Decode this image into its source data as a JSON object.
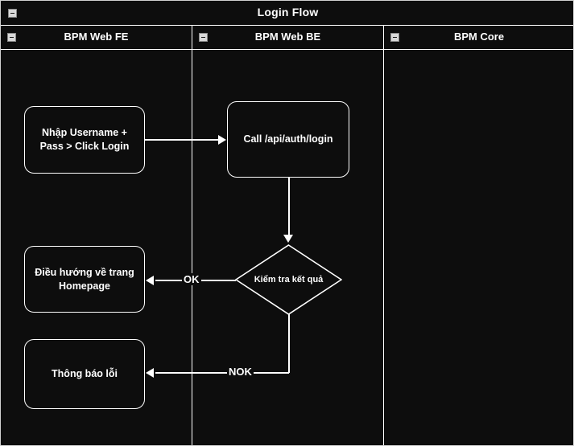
{
  "title_bar": {
    "title": "Login Flow",
    "collapse_icon": "collapse-minus-icon"
  },
  "lanes": [
    {
      "id": "fe",
      "label": "BPM Web FE",
      "collapse_icon": "collapse-minus-icon"
    },
    {
      "id": "be",
      "label": "BPM Web BE",
      "collapse_icon": "collapse-minus-icon"
    },
    {
      "id": "core",
      "label": "BPM Core",
      "collapse_icon": "collapse-minus-icon"
    }
  ],
  "nodes": [
    {
      "id": "n1",
      "lane": "fe",
      "type": "process",
      "label": "Nhập Username +\nPass > Click Login"
    },
    {
      "id": "n2",
      "lane": "be",
      "type": "process",
      "label": "Call /api/auth/login"
    },
    {
      "id": "n3",
      "lane": "be",
      "type": "decision",
      "label": "Kiểm tra kết quả"
    },
    {
      "id": "n4",
      "lane": "fe",
      "type": "process",
      "label": "Điều hướng về trang\nHomepage"
    },
    {
      "id": "n5",
      "lane": "fe",
      "type": "process",
      "label": "Thông báo lỗi"
    }
  ],
  "edges": [
    {
      "id": "e1",
      "from": "n1",
      "to": "n2",
      "label": ""
    },
    {
      "id": "e2",
      "from": "n2",
      "to": "n3",
      "label": ""
    },
    {
      "id": "e3",
      "from": "n3",
      "to": "n4",
      "label": "OK"
    },
    {
      "id": "e4",
      "from": "n3",
      "to": "n5",
      "label": "NOK"
    }
  ],
  "colors": {
    "background": "#0d0d0d",
    "stroke": "#ffffff",
    "text": "#ffffff",
    "collapse_box": "#d9d9d9"
  }
}
